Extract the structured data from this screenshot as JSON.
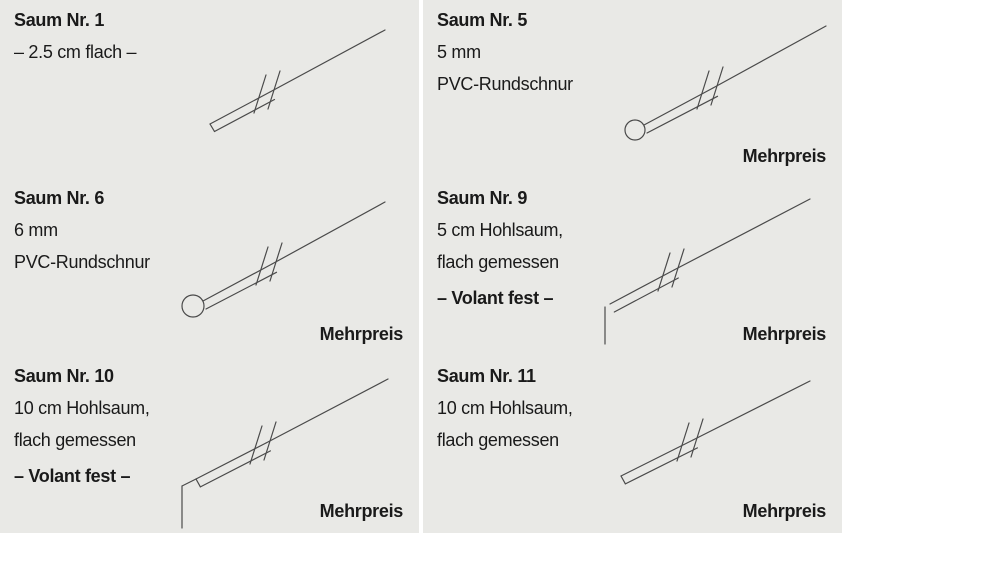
{
  "colors": {
    "panel_background": "#e9e9e6",
    "text": "#1a1a1a",
    "drawing_line": "#4a4a4a",
    "page_background": "#ffffff"
  },
  "panels": [
    {
      "title": "Saum Nr. 1",
      "lines": [
        "– 2.5 cm flach –"
      ],
      "note": "",
      "mehrpreis": "",
      "drawing": "flat-hem-drawing"
    },
    {
      "title": "Saum Nr. 5",
      "lines": [
        "5 mm",
        "PVC-Rundschnur"
      ],
      "note": "",
      "mehrpreis": "Mehrpreis",
      "drawing": "pvc-round-cord-hem-drawing"
    },
    {
      "title": "Saum Nr. 6",
      "lines": [
        "6 mm",
        "PVC-Rundschnur"
      ],
      "note": "",
      "mehrpreis": "Mehrpreis",
      "drawing": "pvc-round-cord-hem-drawing"
    },
    {
      "title": "Saum Nr. 9",
      "lines": [
        "5 cm Hohlsaum,",
        "flach gemessen"
      ],
      "note": "– Volant fest –",
      "mehrpreis": "Mehrpreis",
      "drawing": "hollow-hem-volant-drawing"
    },
    {
      "title": "Saum Nr. 10",
      "lines": [
        "10 cm Hohlsaum,",
        "flach gemessen"
      ],
      "note": "– Volant fest –",
      "mehrpreis": "Mehrpreis",
      "drawing": "hollow-hem-volant-drawing"
    },
    {
      "title": "Saum Nr. 11",
      "lines": [
        "10 cm Hohlsaum,",
        "flach gemessen"
      ],
      "note": "",
      "mehrpreis": "Mehrpreis",
      "drawing": "hollow-hem-drawing"
    }
  ]
}
